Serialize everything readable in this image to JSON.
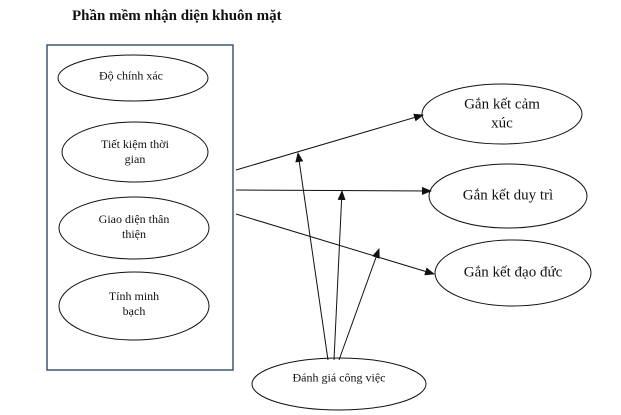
{
  "title": "Phần mềm nhận diện khuôn mặt",
  "factors": [
    "Độ chính xác",
    "Tiết kiệm thời gian",
    "Giao diện thân thiện",
    "Tính minh bạch"
  ],
  "outcomes": [
    "Gắn kết cảm xúc",
    "Gắn kết duy trì",
    "Gắn kết đạo đức"
  ],
  "moderator": "Đánh giá công việc",
  "colors": {
    "box_border": "#1f3d5c",
    "stroke": "#111111"
  }
}
